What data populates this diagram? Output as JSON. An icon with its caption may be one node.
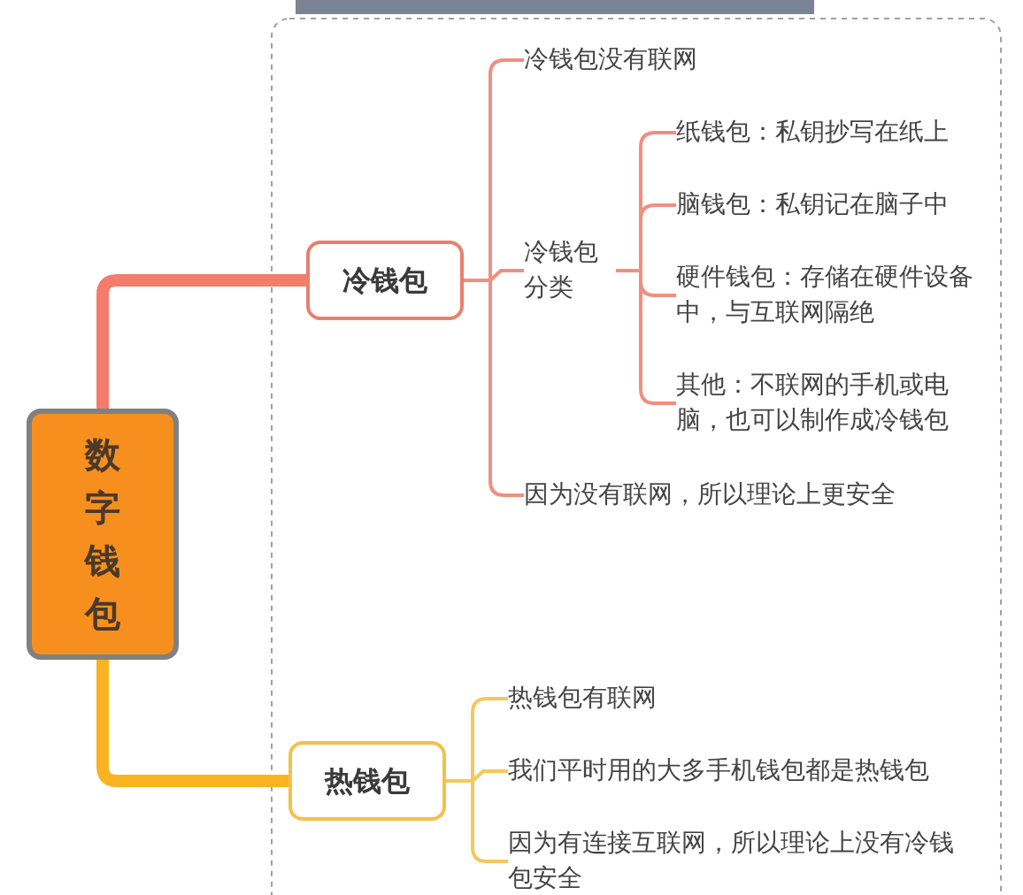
{
  "diagram": {
    "nodes": [
      {
        "text": [
          "数字钱包"
        ]
      },
      {
        "text": [
          "冷钱包"
        ]
      },
      {
        "text": [
          "冷钱包没有联网"
        ]
      },
      {
        "text": [
          "冷钱包分类"
        ]
      },
      {
        "text": [
          "纸钱包：私钥抄写在纸上"
        ]
      },
      {
        "text": [
          "脑钱包：私钥记在脑子中"
        ]
      },
      {
        "text": [
          "硬件钱包：存储在硬件设备中，与互联网隔绝"
        ]
      },
      {
        "text": [
          "其他：不联网的手机或电脑，也可以制作成冷钱包"
        ]
      },
      {
        "text": [
          "因为没有联网，所以理论上更安全"
        ]
      },
      {
        "text": [
          "热钱包"
        ]
      },
      {
        "text": [
          "热钱包有联网"
        ]
      },
      {
        "text": [
          "我们平时用的大多手机钱包都是热钱包"
        ]
      },
      {
        "text": [
          "因为有连接互联网，所以理论上没有冷钱包安全"
        ]
      }
    ],
    "edges": [
      {
        "from": 0,
        "to": 1,
        "arrow": "none",
        "style": "thick",
        "color": "#f47c6a"
      },
      {
        "from": 1,
        "to": 2,
        "arrow": "none",
        "color": "#ef8f80"
      },
      {
        "from": 1,
        "to": 3,
        "arrow": "none",
        "color": "#ef8f80"
      },
      {
        "from": 3,
        "to": 4,
        "arrow": "none",
        "color": "#ef8f80"
      },
      {
        "from": 3,
        "to": 5,
        "arrow": "none",
        "color": "#ef8f80"
      },
      {
        "from": 3,
        "to": 6,
        "arrow": "none",
        "color": "#ef8f80"
      },
      {
        "from": 3,
        "to": 7,
        "arrow": "none",
        "color": "#ef8f80"
      },
      {
        "from": 1,
        "to": 8,
        "arrow": "none",
        "color": "#ef8f80"
      },
      {
        "from": 0,
        "to": 9,
        "arrow": "none",
        "style": "thick",
        "color": "#f9b320"
      },
      {
        "from": 9,
        "to": 10,
        "arrow": "none",
        "color": "#f5c85a"
      },
      {
        "from": 9,
        "to": 11,
        "arrow": "none",
        "color": "#f5c85a"
      },
      {
        "from": 9,
        "to": 12,
        "arrow": "none",
        "color": "#f5c85a"
      }
    ]
  }
}
